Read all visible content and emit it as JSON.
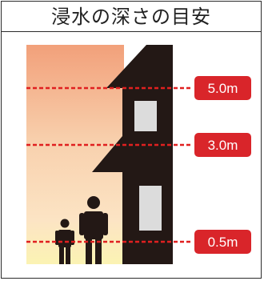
{
  "title": "浸水の深さの目安",
  "levels": [
    {
      "label": "5.0m",
      "depth_m": 5.0
    },
    {
      "label": "3.0m",
      "depth_m": 3.0
    },
    {
      "label": "0.5m",
      "depth_m": 0.5
    }
  ],
  "colors": {
    "badge": "#d9252a",
    "dashed_line": "#e02020",
    "house": "#231815",
    "window": "#dcdcdc",
    "gradient_top": "#f2a07a",
    "gradient_mid": "#f8d7b4",
    "gradient_bottom": "#fbf0b0",
    "people": "#231815"
  },
  "icons": [
    "house-silhouette-icon",
    "adult-person-icon",
    "child-person-icon"
  ]
}
